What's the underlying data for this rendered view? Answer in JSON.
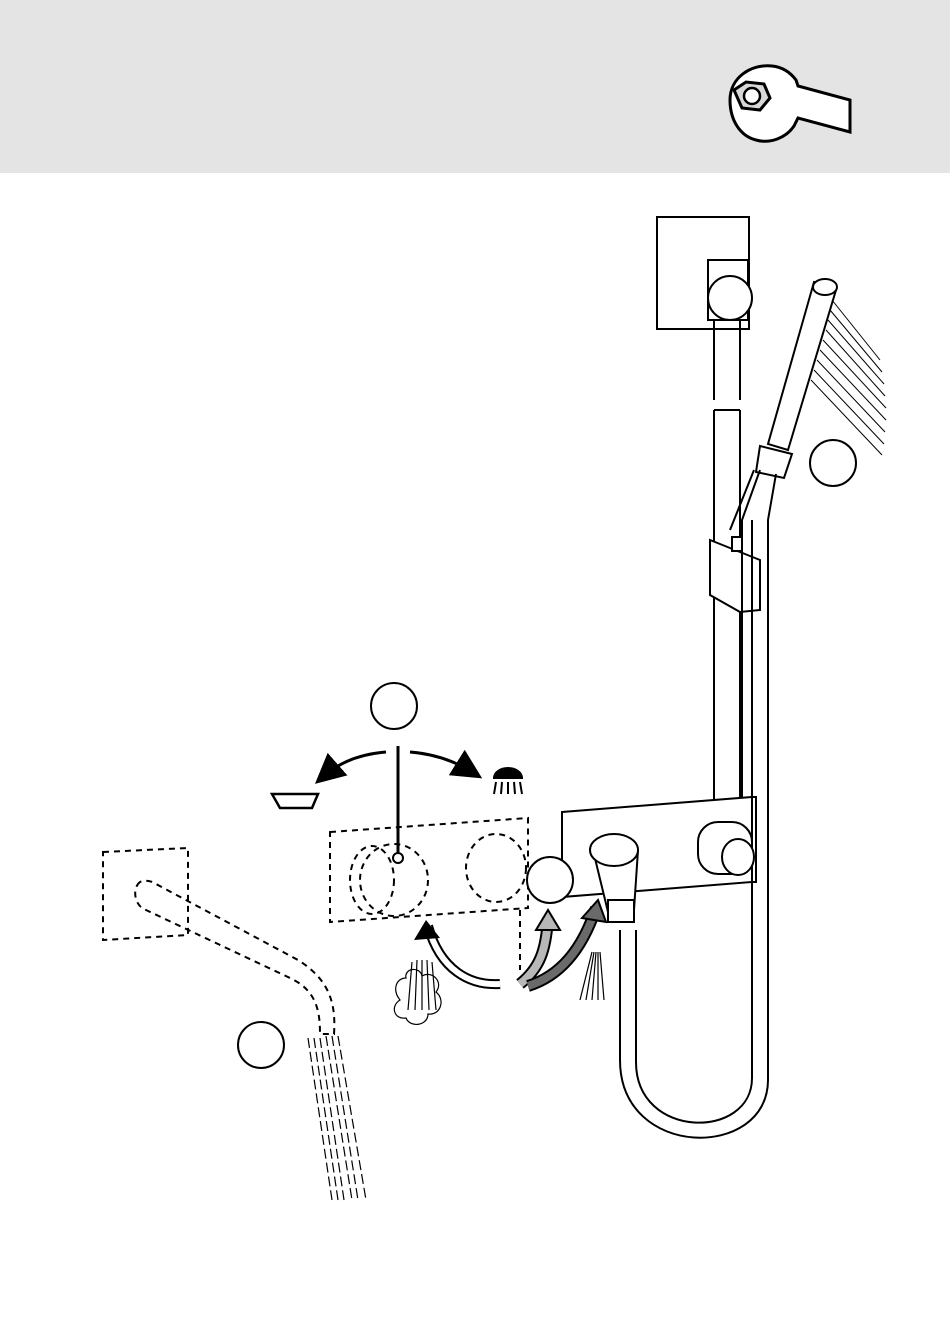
{
  "header": {
    "background": "#e4e4e4",
    "icon": "wrench-icon"
  },
  "callouts": [
    {
      "id": "callout-top-handshower",
      "label": ""
    },
    {
      "id": "callout-diverter",
      "label": ""
    },
    {
      "id": "callout-mixer-outlet",
      "label": ""
    },
    {
      "id": "callout-bath-spout",
      "label": ""
    }
  ],
  "symbols": {
    "left": "bathtub-icon",
    "right": "shower-head-icon"
  },
  "colors": {
    "line": "#000000",
    "arrow_light": "#b8b8b8",
    "arrow_mid": "#8a8a8a",
    "arrow_dark": "#5a5a5a"
  }
}
